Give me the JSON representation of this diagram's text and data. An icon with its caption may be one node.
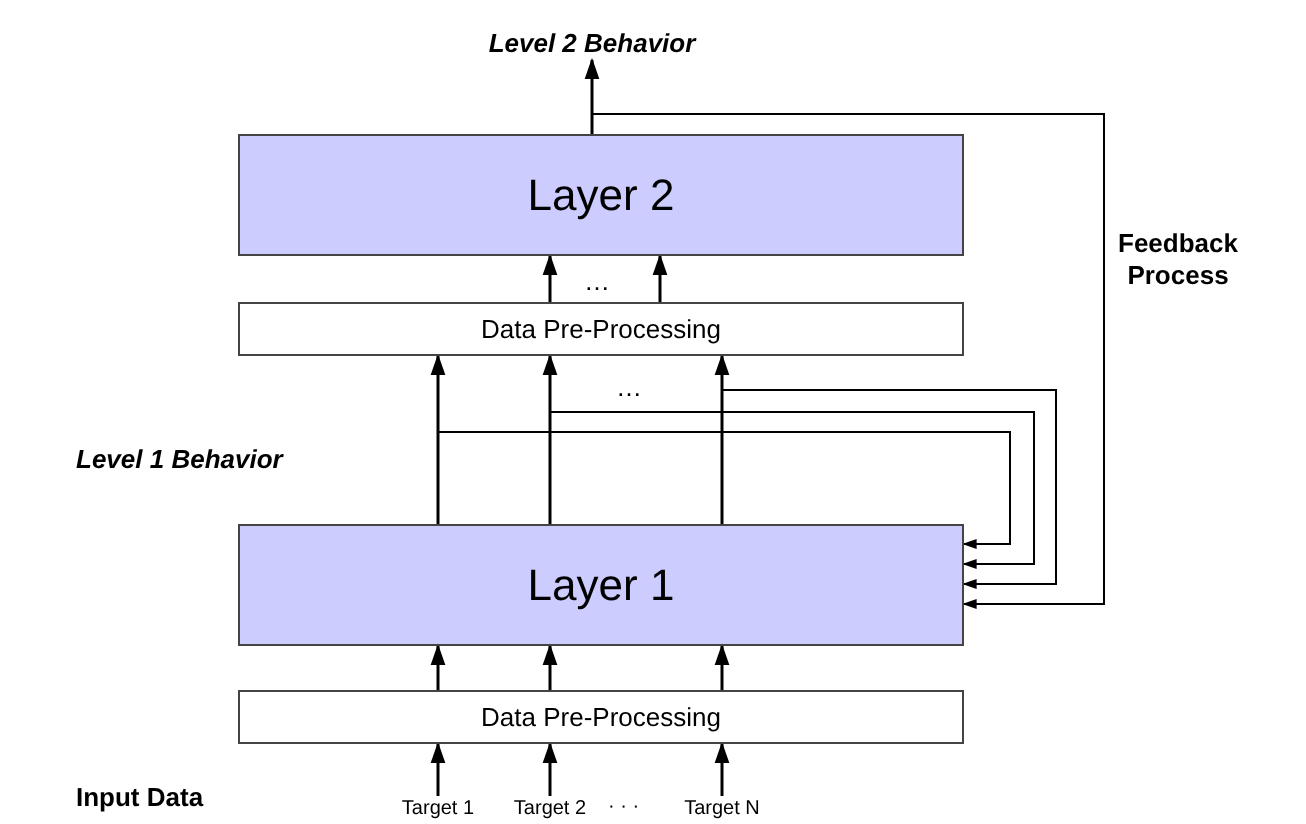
{
  "diagram": {
    "nodes": [
      {
        "text": [
          "Layer 2"
        ]
      },
      {
        "text": [
          "Data Pre-Processing"
        ]
      },
      {
        "text": [
          "Layer 1"
        ]
      },
      {
        "text": [
          "Data Pre-Processing"
        ]
      },
      {
        "text": [
          "Target 1"
        ]
      },
      {
        "text": [
          "Target 2"
        ]
      },
      {
        "text": [
          "Target N"
        ]
      },
      {
        "text": [
          "Level 2 Behavior"
        ]
      }
    ],
    "edges": [
      {
        "from": 4,
        "to": 3,
        "arrow": "to"
      },
      {
        "from": 5,
        "to": 3,
        "arrow": "to"
      },
      {
        "from": 6,
        "to": 3,
        "arrow": "to"
      },
      {
        "from": 3,
        "to": 2,
        "arrow": "to"
      },
      {
        "from": 3,
        "to": 2,
        "arrow": "to"
      },
      {
        "from": 3,
        "to": 2,
        "arrow": "to"
      },
      {
        "from": 2,
        "to": 1,
        "arrow": "to"
      },
      {
        "from": 2,
        "to": 1,
        "arrow": "to"
      },
      {
        "from": 2,
        "to": 1,
        "arrow": "to"
      },
      {
        "from": 2,
        "to": 2,
        "arrow": "to"
      },
      {
        "from": 2,
        "to": 2,
        "arrow": "to"
      },
      {
        "from": 2,
        "to": 2,
        "arrow": "to"
      },
      {
        "from": 1,
        "to": 0,
        "arrow": "to"
      },
      {
        "from": 1,
        "to": 0,
        "arrow": "to"
      },
      {
        "from": 0,
        "to": 7,
        "arrow": "to"
      },
      {
        "from": 0,
        "to": 2,
        "arrow": "to"
      }
    ],
    "labels": [
      "…",
      "Feedback Process",
      "…",
      "Level 1 Behavior",
      "Input Data",
      "· · ·"
    ]
  }
}
